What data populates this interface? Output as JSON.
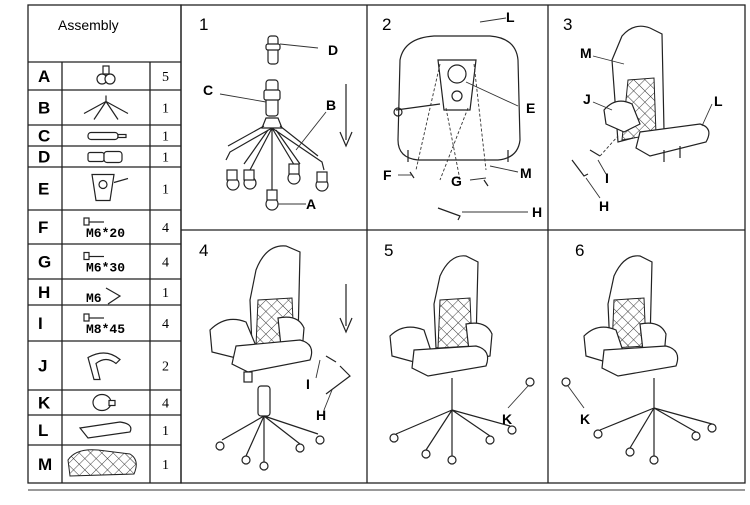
{
  "title": "Assembly",
  "parts": [
    {
      "letter": "A",
      "qty": "5",
      "label": "",
      "icon": "caster-wheel-icon"
    },
    {
      "letter": "B",
      "qty": "1",
      "label": "",
      "icon": "star-base-icon"
    },
    {
      "letter": "C",
      "qty": "1",
      "label": "",
      "icon": "gas-lift-cylinder-icon"
    },
    {
      "letter": "D",
      "qty": "1",
      "label": "",
      "icon": "cylinder-cover-icon"
    },
    {
      "letter": "E",
      "qty": "1",
      "label": "",
      "icon": "tilt-mechanism-icon"
    },
    {
      "letter": "F",
      "qty": "4",
      "label": "M6*20",
      "icon": "bolt-icon"
    },
    {
      "letter": "G",
      "qty": "4",
      "label": "M6*30",
      "icon": "bolt-icon"
    },
    {
      "letter": "H",
      "qty": "1",
      "label": "M6",
      "icon": "allen-key-icon"
    },
    {
      "letter": "I",
      "qty": "4",
      "label": "M8*45",
      "icon": "bolt-icon"
    },
    {
      "letter": "J",
      "qty": "2",
      "label": "",
      "icon": "armrest-icon"
    },
    {
      "letter": "K",
      "qty": "4",
      "label": "",
      "icon": "screw-cap-icon"
    },
    {
      "letter": "L",
      "qty": "1",
      "label": "",
      "icon": "seat-cushion-icon"
    },
    {
      "letter": "M",
      "qty": "1",
      "label": "",
      "icon": "backrest-icon"
    }
  ],
  "steps": [
    {
      "number": "1",
      "callouts": [
        "D",
        "C",
        "B",
        "A"
      ]
    },
    {
      "number": "2",
      "callouts": [
        "L",
        "E",
        "F",
        "G",
        "M",
        "H"
      ]
    },
    {
      "number": "3",
      "callouts": [
        "M",
        "J",
        "L",
        "I",
        "H"
      ]
    },
    {
      "number": "4",
      "callouts": [
        "I",
        "H"
      ]
    },
    {
      "number": "5",
      "callouts": [
        "K"
      ]
    },
    {
      "number": "6",
      "callouts": [
        "K"
      ]
    }
  ]
}
